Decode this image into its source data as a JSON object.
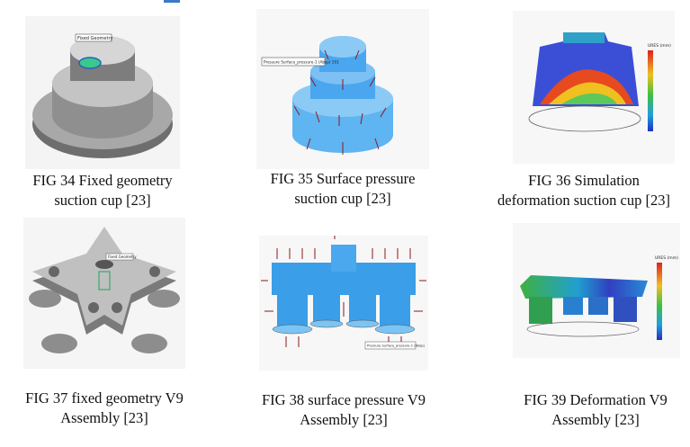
{
  "figures": [
    {
      "id": "fig34",
      "caption_line1": "FIG 34 Fixed geometry",
      "caption_line2": "suction cup [23]",
      "callout": "Fixed Geometry"
    },
    {
      "id": "fig35",
      "caption_line1": "FIG 35 Surface pressure",
      "caption_line2": "suction cup [23]",
      "callout": "Pressure Surface_pressure-1 (Absp) 101"
    },
    {
      "id": "fig36",
      "caption_line1": "FIG 36 Simulation",
      "caption_line2": "deformation suction cup [23]",
      "legend_title": "URES (mm)"
    },
    {
      "id": "fig37",
      "caption_line1": "FIG 37 fixed geometry V9",
      "caption_line2": "Assembly [23]",
      "callout": "Fixed Geometry"
    },
    {
      "id": "fig38",
      "caption_line1": "FIG 38 surface pressure V9",
      "caption_line2": "Assembly [23]",
      "callout": "Pressure Surface_pressure-1 (Absp)"
    },
    {
      "id": "fig39",
      "caption_line1": "FIG 39 Deformation V9",
      "caption_line2": "Assembly [23]",
      "legend_title": "URES (mm)"
    }
  ],
  "colors": {
    "cad_gray": "#9a9a9a",
    "sim_blue": "#3aa0ee",
    "arrow_red": "#8b1a1a",
    "accent_blue": "#3c7ac8"
  }
}
